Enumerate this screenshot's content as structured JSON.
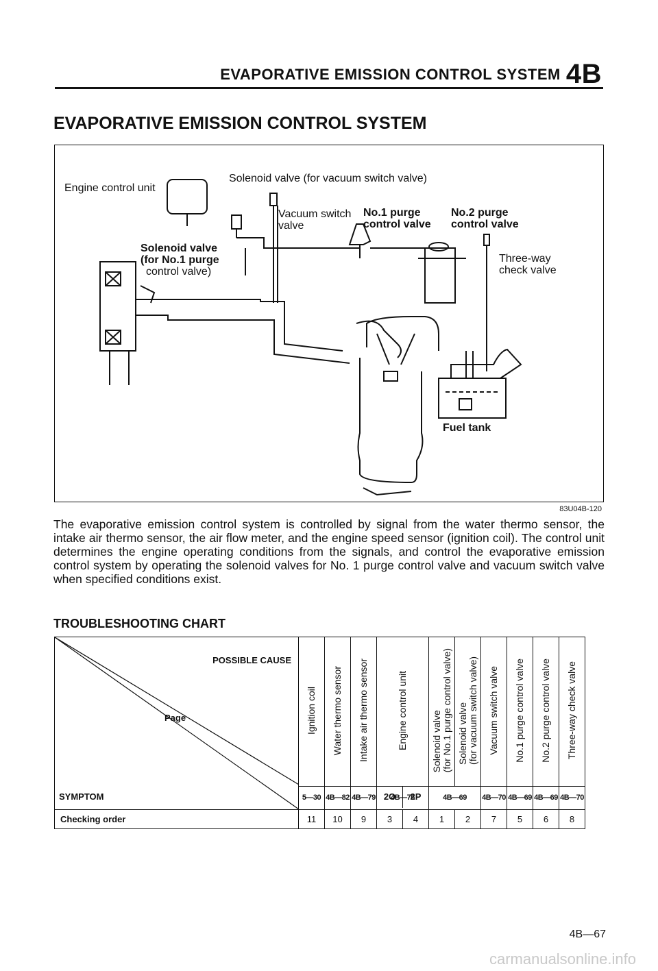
{
  "header": {
    "title": "EVAPORATIVE EMISSION CONTROL SYSTEM",
    "section": "4B"
  },
  "section_title": "EVAPORATIVE EMISSION CONTROL SYSTEM",
  "figure": {
    "labels": {
      "engine_control_unit": "Engine control unit",
      "solenoid_vsv": "Solenoid valve (for vacuum switch valve)",
      "vacuum_switch_valve_1": "Vacuum switch",
      "vacuum_switch_valve_2": "valve",
      "no1_purge_1": "No.1 purge",
      "no1_purge_2": "control valve",
      "no2_purge_1": "No.2 purge",
      "no2_purge_2": "control valve",
      "solenoid_no1_1": "Solenoid valve",
      "solenoid_no1_2": "(for No.1 purge",
      "solenoid_no1_3": "control valve)",
      "three_way_1": "Three-way",
      "three_way_2": "check valve",
      "fuel_tank": "Fuel tank"
    },
    "code": "83U04B-120"
  },
  "paragraph": "The evaporative emission control system is controlled by signal from the water thermo sensor, the intake air thermo sensor, the air flow meter, and the engine speed sensor (ignition coil). The control unit determines the engine operating conditions from the signals, and control the evaporative emission control system by operating the solenoid valves for No. 1 purge control valve and vacuum switch valve when specified conditions exist.",
  "troubleshooting": {
    "title": "TROUBLESHOOTING CHART",
    "possible_cause": "POSSIBLE CAUSE",
    "page_label": "Page",
    "symptom_label": "SYMPTOM",
    "checking_order_label": "Checking order",
    "causes": {
      "ignition": "Ignition coil",
      "water": "Water thermo sensor",
      "intake": "Intake air thermo sensor",
      "ecu": "Engine control unit",
      "ecu_2o": "2O",
      "ecu_2p": "2P",
      "sol1": "Solenoid valve\n(for No.1 purge control valve)",
      "sol2": "Solenoid valve\n(for vacuum switch valve)",
      "vsv": "Vacuum switch valve",
      "pcv1": "No.1 purge control valve",
      "pcv2": "No.2 purge control valve",
      "tw": "Three-way check valve"
    },
    "pages": {
      "ignition": "5—30",
      "water": "4B—82",
      "intake": "4B—79",
      "ecu": "4B—76",
      "sol": "4B—69",
      "vsv": "4B—70",
      "pcv1": "4B—69",
      "pcv2": "4B—69",
      "tw": "4B—70"
    },
    "order": [
      "11",
      "10",
      "9",
      "3",
      "4",
      "1",
      "2",
      "7",
      "5",
      "6",
      "8"
    ]
  },
  "page_number": "4B—67",
  "watermark": "carmanualsonline.info"
}
